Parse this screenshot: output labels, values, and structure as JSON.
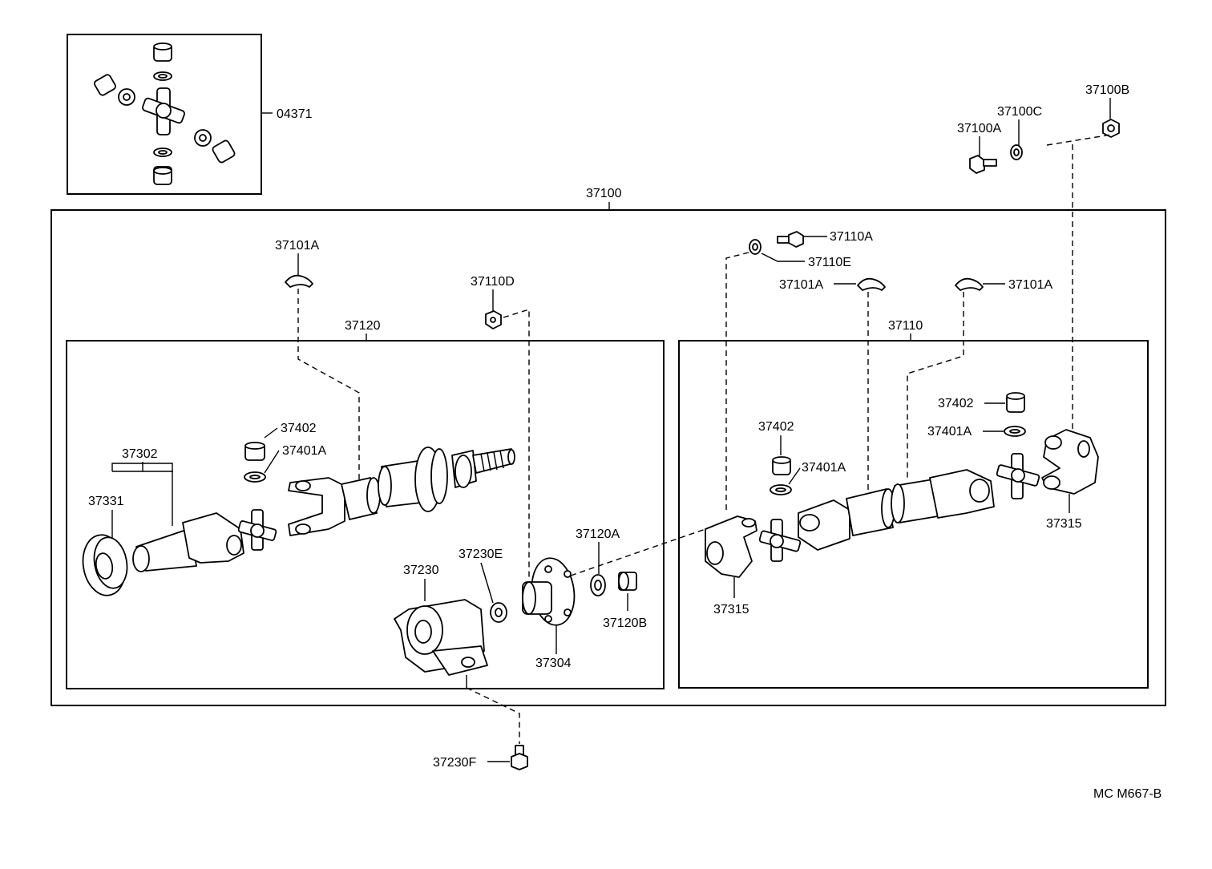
{
  "diagram_title_code": "MC M667-B",
  "callouts": {
    "kit_04371": "04371",
    "assy_37100": "37100",
    "b_37100B": "37100B",
    "c_37100C": "37100C",
    "a_37100A": "37100A",
    "clip_37101A_left": "37101A",
    "clip_37101A_mid": "37101A",
    "clip_37101A_right": "37101A",
    "nut_37110D": "37110D",
    "bolt_37110A": "37110A",
    "washer_37110E": "37110E",
    "shaft_37120": "37120",
    "shaft_37110": "37110",
    "yoke_37302": "37302",
    "seal_37331": "37331",
    "cap_37402_left": "37402",
    "ring_37401A_left": "37401A",
    "bearing_37230": "37230",
    "washer_37230E": "37230E",
    "washer_37120A": "37120A",
    "nut_37120B": "37120B",
    "flange_37304": "37304",
    "bolt_37230F": "37230F",
    "cap_37402_mid": "37402",
    "ring_37401A_mid": "37401A",
    "flange_37315_left": "37315",
    "cap_37402_right": "37402",
    "ring_37401A_right": "37401A",
    "flange_37315_right": "37315"
  }
}
